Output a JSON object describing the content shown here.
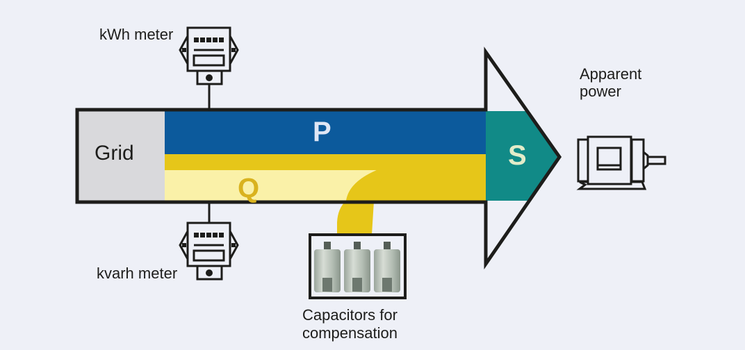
{
  "labels": {
    "kwh_meter": "kWh meter",
    "kvarh_meter": "kvarh meter",
    "grid": "Grid",
    "active_power": "P",
    "reactive_power": "Q",
    "apparent_power_symbol": "S",
    "apparent_power_line1": "Apparent",
    "apparent_power_line2": "power",
    "capacitors_line1": "Capacitors for",
    "capacitors_line2": "compensation"
  },
  "colors": {
    "background": "#eef0f7",
    "outline": "#1d1d1b",
    "grid_block": "#d9d9dc",
    "active_power": "#0c5a9c",
    "reactive_power": "#e6c619",
    "reactive_power_light": "#faf1a8",
    "apparent_power": "#118a87",
    "p_text": "#dfe6f5",
    "q_text": "#d9b21e",
    "s_text": "#e2ecc9"
  },
  "icons": [
    "kwh-meter-icon",
    "kvarh-meter-icon",
    "capacitor-bank-icon",
    "motor-icon"
  ]
}
